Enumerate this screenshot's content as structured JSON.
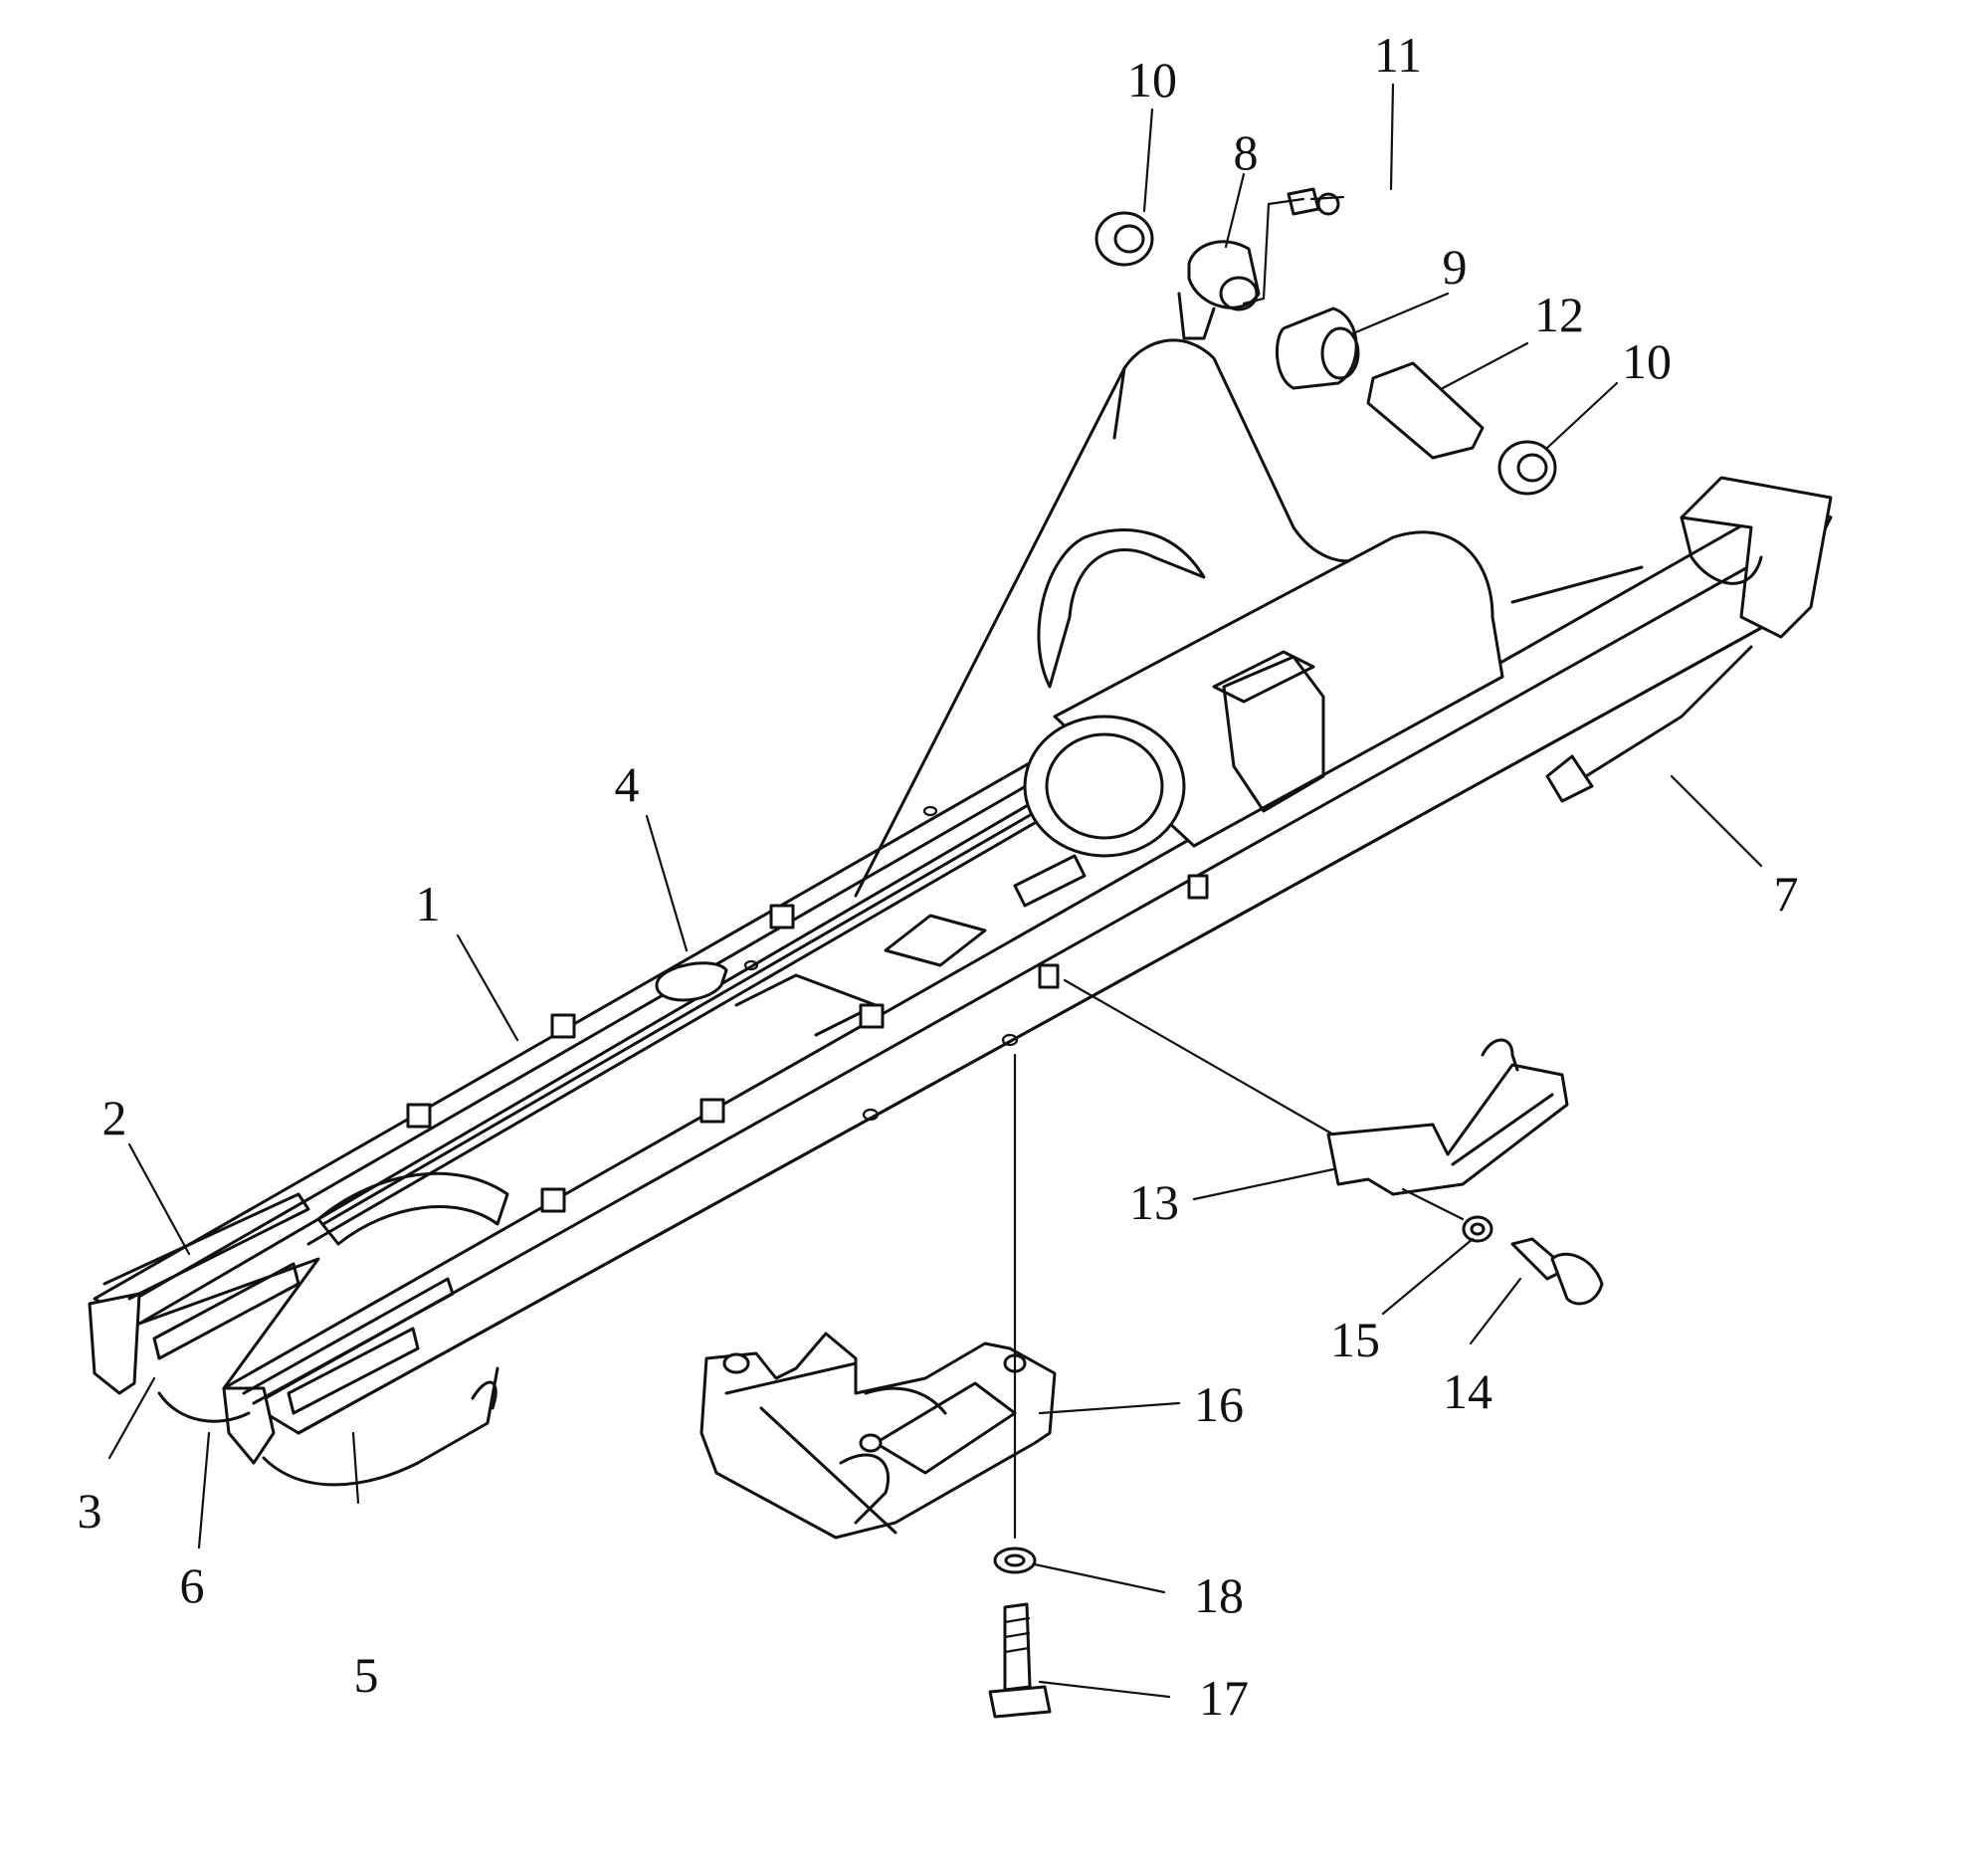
{
  "diagram": {
    "colors": {
      "ink": "#111111",
      "paper": "#ffffff"
    },
    "callouts": [
      {
        "id": "c1",
        "label": "1"
      },
      {
        "id": "c2",
        "label": "2"
      },
      {
        "id": "c3",
        "label": "3"
      },
      {
        "id": "c4",
        "label": "4"
      },
      {
        "id": "c5",
        "label": "5"
      },
      {
        "id": "c6",
        "label": "6"
      },
      {
        "id": "c7",
        "label": "7"
      },
      {
        "id": "c8",
        "label": "8"
      },
      {
        "id": "c9",
        "label": "9"
      },
      {
        "id": "c10a",
        "label": "10"
      },
      {
        "id": "c10b",
        "label": "10"
      },
      {
        "id": "c11",
        "label": "11"
      },
      {
        "id": "c12",
        "label": "12"
      },
      {
        "id": "c13",
        "label": "13"
      },
      {
        "id": "c14",
        "label": "14"
      },
      {
        "id": "c15",
        "label": "15"
      },
      {
        "id": "c16",
        "label": "16"
      },
      {
        "id": "c17",
        "label": "17"
      },
      {
        "id": "c18",
        "label": "18"
      }
    ]
  }
}
